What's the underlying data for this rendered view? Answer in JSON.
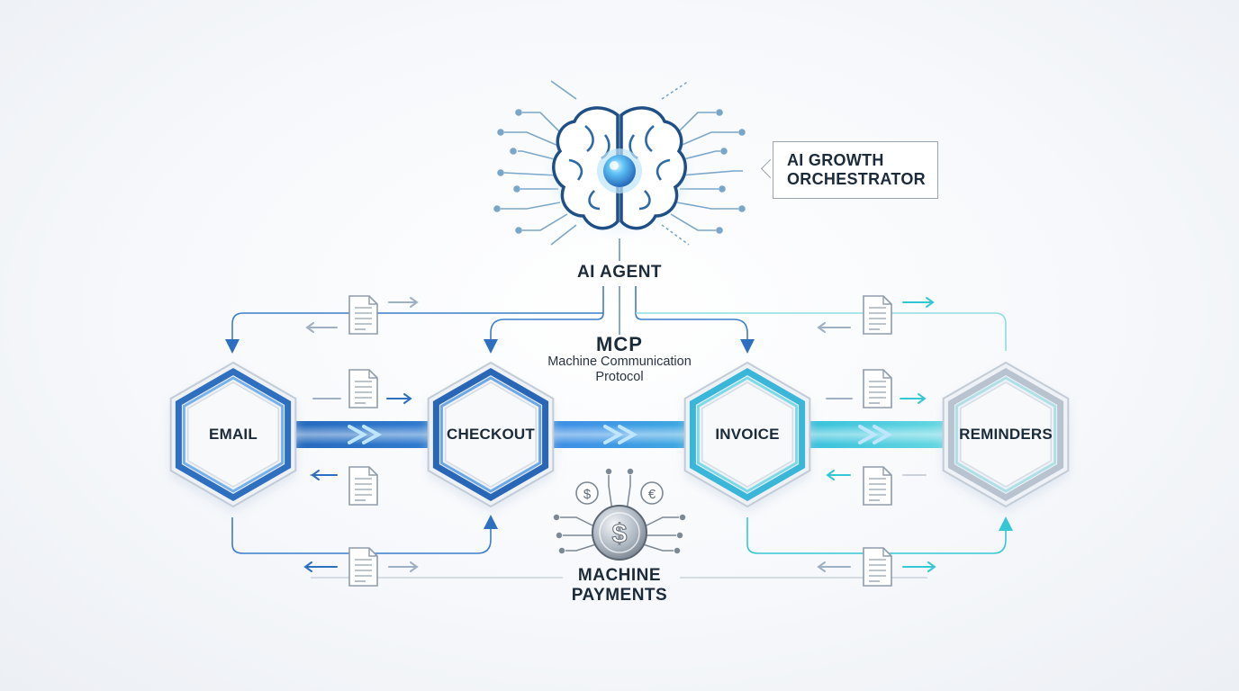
{
  "agent": {
    "orchestrator_label_line1": "AI GROWTH",
    "orchestrator_label_line2": "ORCHESTRATOR",
    "title": "AI AGENT",
    "icon": "brain-icon"
  },
  "protocol": {
    "title": "MCP",
    "subtitle_line1": "Machine Communication",
    "subtitle_line2": "Protocol"
  },
  "nodes": [
    {
      "label": "EMAIL",
      "icon": "hexagon-icon"
    },
    {
      "label": "CHECKOUT",
      "icon": "hexagon-icon"
    },
    {
      "label": "INVOICE",
      "icon": "hexagon-icon"
    },
    {
      "label": "REMINDERS",
      "icon": "hexagon-icon"
    }
  ],
  "payments": {
    "title_line1": "MACHINE",
    "title_line2": "PAYMENTS",
    "icons": [
      "dollar-coin-icon",
      "dollar-icon",
      "euro-icon"
    ]
  },
  "colors": {
    "blue_dark": "#2f6fc0",
    "blue_mid": "#3b8fe0",
    "teal": "#35c8d4",
    "line_gray": "#c9d2dc",
    "text": "#1c2b3a"
  }
}
